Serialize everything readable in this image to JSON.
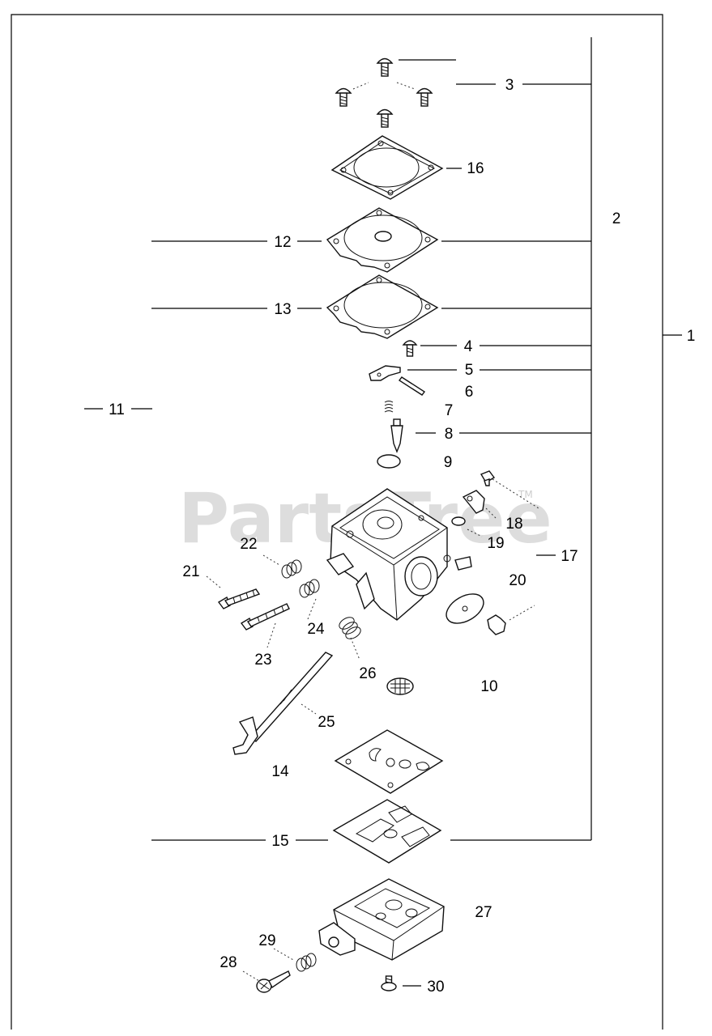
{
  "watermark": {
    "text": "PartsTree",
    "trademark": "TM"
  },
  "callouts": {
    "c1": "1",
    "c2": "2",
    "c3": "3",
    "c4": "4",
    "c5": "5",
    "c6": "6",
    "c7": "7",
    "c8": "8",
    "c9": "9",
    "c10": "10",
    "c11": "11",
    "c12": "12",
    "c13": "13",
    "c14": "14",
    "c15": "15",
    "c16": "16",
    "c17": "17",
    "c18": "18",
    "c19": "19",
    "c20": "20",
    "c21": "21",
    "c22": "22",
    "c23": "23",
    "c24": "24",
    "c25": "25",
    "c26": "26",
    "c27": "27",
    "c28": "28",
    "c29": "29",
    "c30": "30"
  }
}
